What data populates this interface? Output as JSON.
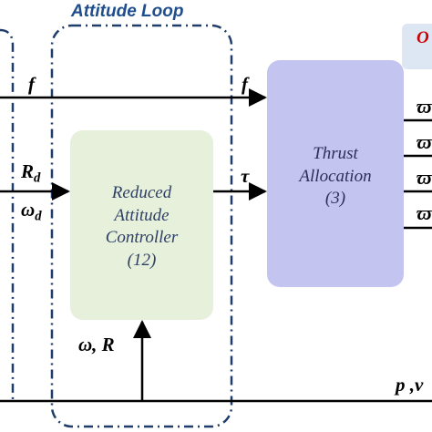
{
  "colors": {
    "loop_border": "#1f3d6b",
    "loop_title": "#1f4e8c",
    "controller_fill": "#e6f0da",
    "controller_text": "#2e3f66",
    "allocation_fill": "#c4c4f0",
    "allocation_text": "#2e2e5a",
    "partial_label": "#cc0000",
    "partial_box": "#dde6f3",
    "line": "#000000"
  },
  "attitude_loop": {
    "title": "Attitude Loop"
  },
  "controller": {
    "lines": [
      "Reduced",
      "Attitude",
      "Controller",
      "(12)"
    ]
  },
  "allocation": {
    "lines": [
      "Thrust",
      "Allocation",
      "(3)"
    ]
  },
  "signals": {
    "f_left": "f",
    "f_right": "f",
    "rd_main": "R",
    "rd_sub": "d",
    "wd_main": "ω",
    "wd_sub": "d",
    "tau": "τ",
    "feedback": "ω, R",
    "state": "p ,v",
    "outputs": [
      "ϖ",
      "ϖ",
      "ϖ",
      "ϖ"
    ]
  },
  "partial_label": "O"
}
